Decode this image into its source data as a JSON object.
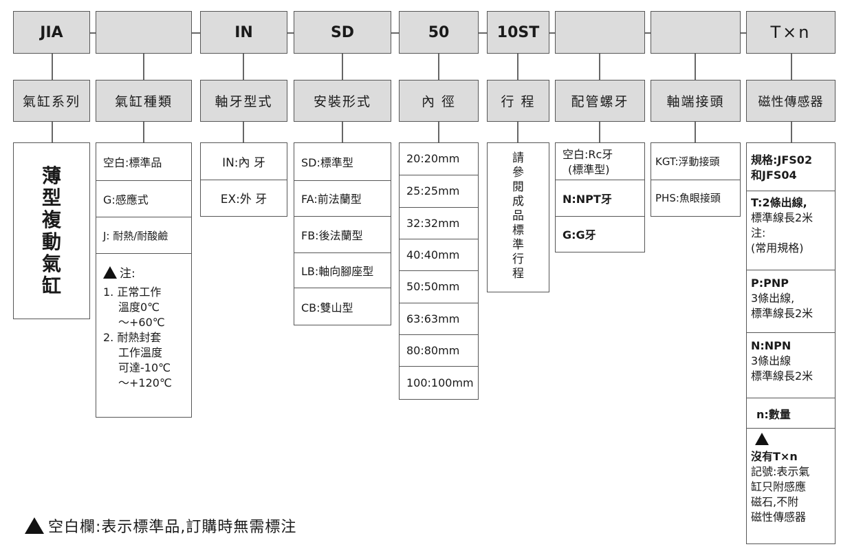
{
  "codes": [
    "JIA",
    "",
    "IN",
    "SD",
    "50",
    "10ST",
    "",
    "",
    "T×n"
  ],
  "categories": [
    "氣缸系列",
    "氣缸種類",
    "軸牙型式",
    "安裝形式",
    "內 徑",
    "行 程",
    "配管螺牙",
    "軸端接頭",
    "磁性傳感器"
  ],
  "series_name": [
    "薄",
    "型",
    "複",
    "動",
    "氣",
    "缸"
  ],
  "type_options": [
    "空白:標準品",
    "G:感應式",
    "J: 耐熱/耐酸鹼"
  ],
  "type_note": {
    "title": "注:",
    "lines": [
      "1. 正常工作",
      "溫度0℃",
      "～+60℃",
      "2. 耐熱封套",
      "工作溫度",
      "可達-10℃",
      "～+120℃"
    ]
  },
  "thread_options": [
    "IN:內 牙",
    "EX:外 牙"
  ],
  "mount_options": [
    "SD:標準型",
    "FA:前法蘭型",
    "FB:後法蘭型",
    "LB:軸向腳座型",
    "CB:雙山型"
  ],
  "bore_options": [
    "20:20mm",
    "25:25mm",
    "32:32mm",
    "40:40mm",
    "50:50mm",
    "63:63mm",
    "80:80mm",
    "100:100mm"
  ],
  "stroke_note": [
    "請",
    "參",
    "閱",
    "成",
    "品",
    "標",
    "準",
    "行",
    "程"
  ],
  "port_options": {
    "blank_line1": "空白:Rc牙",
    "blank_line2": "(標準型)",
    "npt": "N:NPT牙",
    "g": "G:G牙"
  },
  "rod_end_options": [
    "KGT:浮動接頭",
    "PHS:魚眼接頭"
  ],
  "sensor_options": {
    "spec_line1": "規格:JFS02",
    "spec_line2": "和JFS04",
    "t_line1": "T:2條出線,",
    "t_line2": "標準線長2米",
    "t_line3": "注:",
    "t_line4": "(常用規格)",
    "p_line1": "P:PNP",
    "p_line2": "3條出線,",
    "p_line3": "標準線長2米",
    "n_line1": "N:NPN",
    "n_line2": "3條出線",
    "n_line3": "標準線長2米",
    "qty": "n:數量",
    "note_lines": [
      "沒有T×n",
      "記號:表示氣",
      "缸只附感應",
      "磁石,不附",
      "磁性傳感器"
    ]
  },
  "footer_note": "空白欄:表示標準品,訂購時無需標注"
}
